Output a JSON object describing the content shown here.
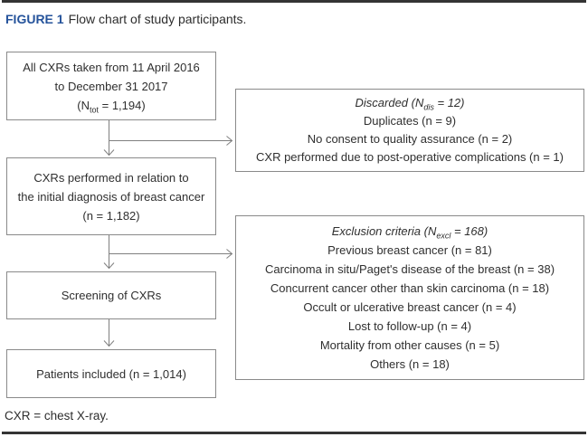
{
  "figure": {
    "label": "FIGURE 1",
    "caption": "Flow chart of study participants."
  },
  "flowchart": {
    "all_cxrs": {
      "line1": "All CXRs taken from 11 April 2016",
      "line2": "to December 31 2017",
      "n_pre": "(N",
      "n_sub": "tot",
      "n_post": " = 1,194)"
    },
    "initial_diagnosis": {
      "line1": "CXRs performed in relation to",
      "line2": "the initial diagnosis of breast cancer",
      "line3": "(n = 1,182)"
    },
    "screening": {
      "label": "Screening of CXRs"
    },
    "included": {
      "label": "Patients included (n = 1,014)"
    },
    "discarded": {
      "head_pre": "Discarded (N",
      "head_sub": "dis",
      "head_post": " = 12)",
      "items": [
        "Duplicates (n = 9)",
        "No consent to quality assurance (n = 2)",
        "CXR performed due to post-operative complications (n = 1)"
      ]
    },
    "exclusion": {
      "head_pre": "Exclusion criteria (N",
      "head_sub": "excl",
      "head_post": " = 168)",
      "items": [
        "Previous breast cancer (n = 81)",
        "Carcinoma in situ/Paget's disease of the breast (n = 38)",
        "Concurrent cancer other than skin carcinoma (n = 18)",
        "Occult or ulcerative breast cancer (n = 4)",
        "Lost to follow-up (n = 4)",
        "Mortality from other causes (n = 5)",
        "Others (n = 18)"
      ]
    }
  },
  "footnote": "CXR = chest X-ray.",
  "colors": {
    "figure_label_blue": "#25539b",
    "box_border_gray": "#8a8a8a",
    "arrow_gray": "#7f7f7f",
    "text_dark": "#2f2f2f",
    "rule_dark": "#343434"
  }
}
